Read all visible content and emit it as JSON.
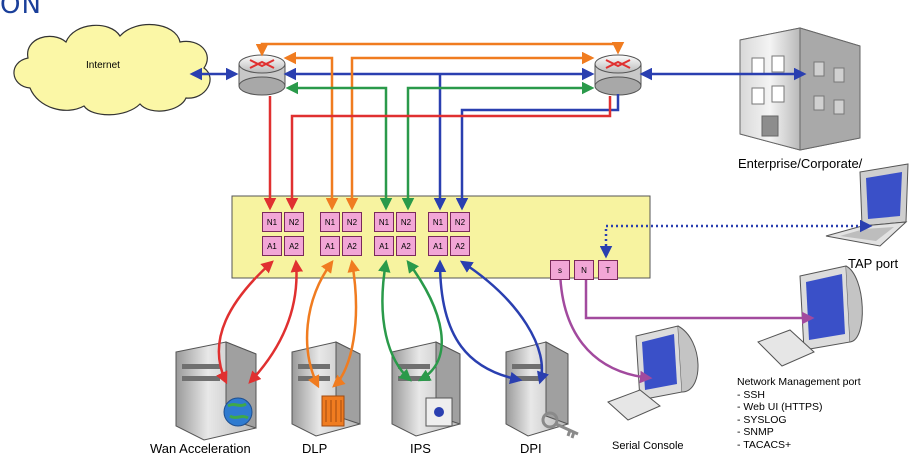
{
  "heading_fragment": "ON",
  "cloud_label": "Internet",
  "enterprise_label": "Enterprise/Corporate/",
  "tap_label": "TAP port",
  "mgmt": {
    "title": "Network Management port",
    "items": [
      "- SSH",
      "- Web UI (HTTPS)",
      "- SYSLOG",
      "- SNMP",
      "- TACACS+"
    ]
  },
  "port_groups": [
    {
      "n1": "N1",
      "n2": "N2",
      "a1": "A1",
      "a2": "A2"
    },
    {
      "n1": "N1",
      "n2": "N2",
      "a1": "A1",
      "a2": "A2"
    },
    {
      "n1": "N1",
      "n2": "N2",
      "a1": "A1",
      "a2": "A2"
    },
    {
      "n1": "N1",
      "n2": "N2",
      "a1": "A1",
      "a2": "A2"
    }
  ],
  "mgmt_ports": {
    "s": "s",
    "n": "N",
    "t": "T"
  },
  "appliances": [
    {
      "label": "Wan Acceleration",
      "color": "#e03030"
    },
    {
      "label": "DLP",
      "color": "#f07c20"
    },
    {
      "label": "IPS",
      "color": "#2a9a4a"
    },
    {
      "label": "DPI",
      "color": "#2a3fb0"
    }
  ],
  "serial_label": "Serial Console",
  "colors": {
    "red": "#e03030",
    "orange": "#f07c20",
    "green": "#2a9a4a",
    "blue": "#2a3fb0",
    "purple": "#a24a9e",
    "panel": "#f7f3a0",
    "port": "#f2a6d6",
    "cloud": "#fbf7a6"
  }
}
